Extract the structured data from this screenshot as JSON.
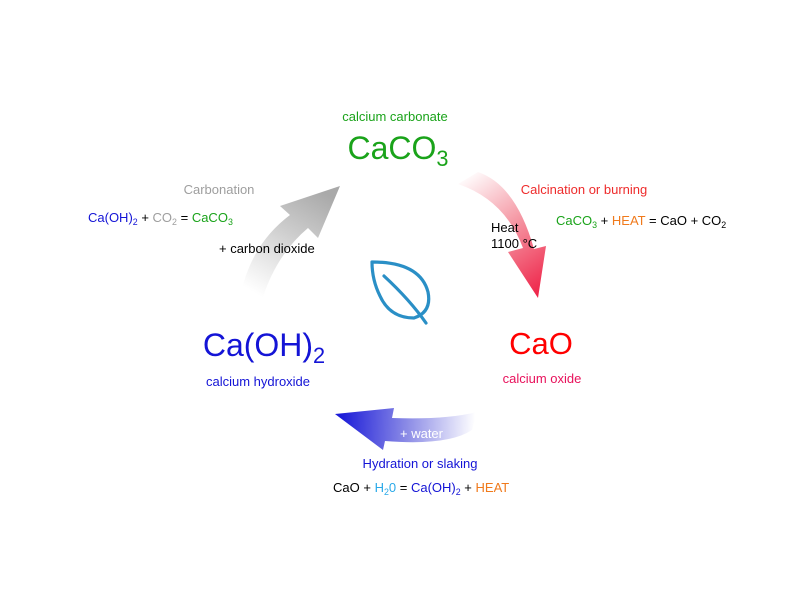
{
  "colors": {
    "carbonate": "#1aa31a",
    "oxide": "#ff0000",
    "oxide_label": "#e8115b",
    "hydroxide": "#1414d6",
    "carbonation": "#9e9e9e",
    "calcination": "#ee2b2b",
    "hydration": "#2323b8",
    "heat": "#f07a1c",
    "water": "#29a9e9",
    "co2": "#9e9e9e",
    "leaf": "#2a8fc6",
    "text": "#000000"
  },
  "compounds": {
    "carbonate": {
      "name": "calcium carbonate",
      "formula_main": "CaCO",
      "formula_sub": "3"
    },
    "oxide": {
      "name": "calcium oxide",
      "formula_main": "CaO"
    },
    "hydroxide": {
      "name": "calcium hydroxide",
      "formula_main": "Ca(OH)",
      "formula_sub": "2"
    }
  },
  "processes": {
    "carbonation": {
      "title": "Carbonation",
      "note": "+ carbon dioxide",
      "equation": {
        "r1_main": "Ca(OH)",
        "r1_sub": "2",
        "plus": "+",
        "r2_main": "CO",
        "r2_sub": "2",
        "eq": "=",
        "p1_main": "CaCO",
        "p1_sub": "3"
      }
    },
    "calcination": {
      "title": "Calcination or burning",
      "note_line1": "Heat",
      "note_line2": "1100 °C",
      "equation": {
        "r1_main": "CaCO",
        "r1_sub": "3",
        "plus1": "+",
        "r2": "HEAT",
        "eq": "=",
        "p1": "CaO",
        "plus2": "+",
        "p2_main": "CO",
        "p2_sub": "2"
      }
    },
    "hydration": {
      "title": "Hydration or slaking",
      "note": "+ water",
      "equation": {
        "r1": "CaO",
        "plus1": "+",
        "r2_main": "H",
        "r2_sub": "2",
        "r2_tail": "0",
        "eq": "=",
        "p1_main": "Ca(OH)",
        "p1_sub": "2",
        "plus2": "+",
        "p2": "HEAT"
      }
    }
  },
  "center_icon": "leaf-icon"
}
